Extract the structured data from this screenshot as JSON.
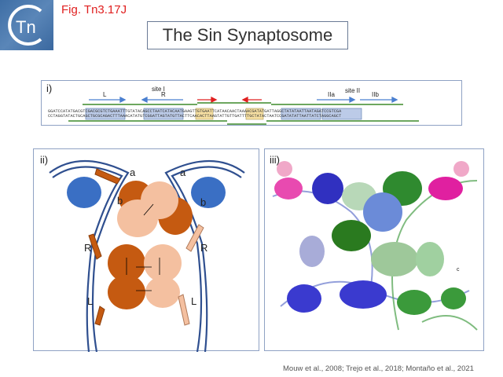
{
  "logo": {
    "text": "Tn"
  },
  "figure_label": "Fig. Tn3.17J",
  "title": "The Sin Synaptosome",
  "panel_i": {
    "label": "i)",
    "site1": "site I",
    "site2": "site II",
    "L": "L",
    "R": "R",
    "IIa": "IIa",
    "IIb": "IIb",
    "top_strand": "GGATCCATATGACGTCGACGCGTCTGAAATTTGTATACAGCCTAATCATACAATGAAGTTGTGAATTCATAACAACTAAAACGATATGATTAGGCTATATAATTAATAGATCCGTCGA",
    "bottom_strand": "CCTAGGTATACTGCAGCTGCGCAGACTTTAAACATATGTCGGATTAGTATGTTACTTCAACACTTAAGTATTGTTGATTTTGCTATACTAATCCGATATATTAATTATCTAGGCAGCT"
  },
  "panel_ii": {
    "label": "ii)",
    "a": "a",
    "b": "b",
    "R": "R",
    "L": "L"
  },
  "panel_iii": {
    "label": "iii)",
    "c": "c"
  },
  "citation": "Mouw et al., 2008;  Trejo et al., 2018; Montaño et al., 2021",
  "colors": {
    "red": "#e02020",
    "blue_arrow": "#4a7fd0",
    "green": "#3d8a2a",
    "dark_subunit": "#c55a11",
    "light_subunit": "#f4c0a0",
    "dna": "#2f4f8f"
  }
}
